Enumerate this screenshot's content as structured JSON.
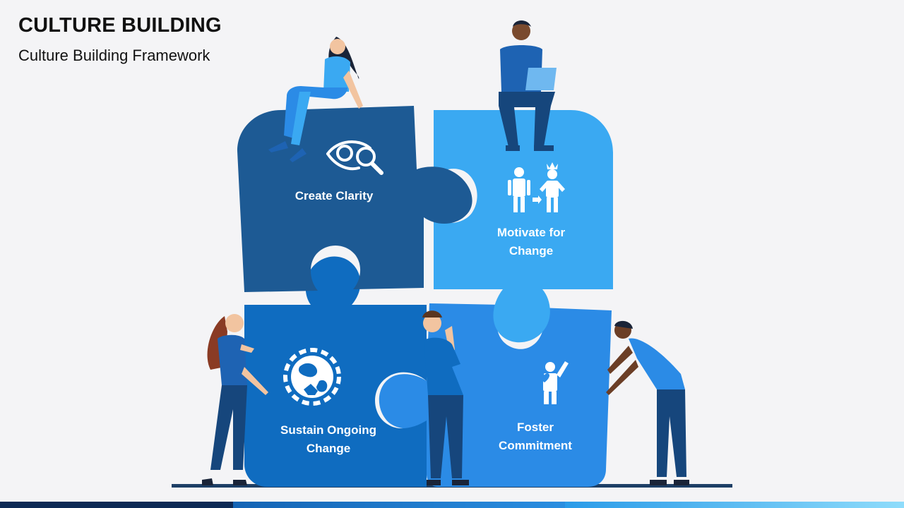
{
  "slide": {
    "title": "CULTURE BUILDING",
    "subtitle": "Culture Building Framework"
  },
  "pieces": [
    {
      "label_lines": [
        "Create Clarity"
      ],
      "icon": "eye-magnifier-icon",
      "color": "#1d5a94"
    },
    {
      "label_lines": [
        "Motivate for",
        "Change"
      ],
      "icon": "person-transform-icon",
      "color": "#3aa9f2"
    },
    {
      "label_lines": [
        "Sustain Ongoing",
        "Change"
      ],
      "icon": "gear-globe-icon",
      "color": "#0f6cc0"
    },
    {
      "label_lines": [
        "Foster",
        "Commitment"
      ],
      "icon": "person-heart-icon",
      "color": "#2b8be6"
    }
  ],
  "colors": {
    "ground": "#1d3f66",
    "bar_dark": "#0d2a55",
    "bar_mid": "#1464b4",
    "bar_light": "#4fc3f7"
  }
}
